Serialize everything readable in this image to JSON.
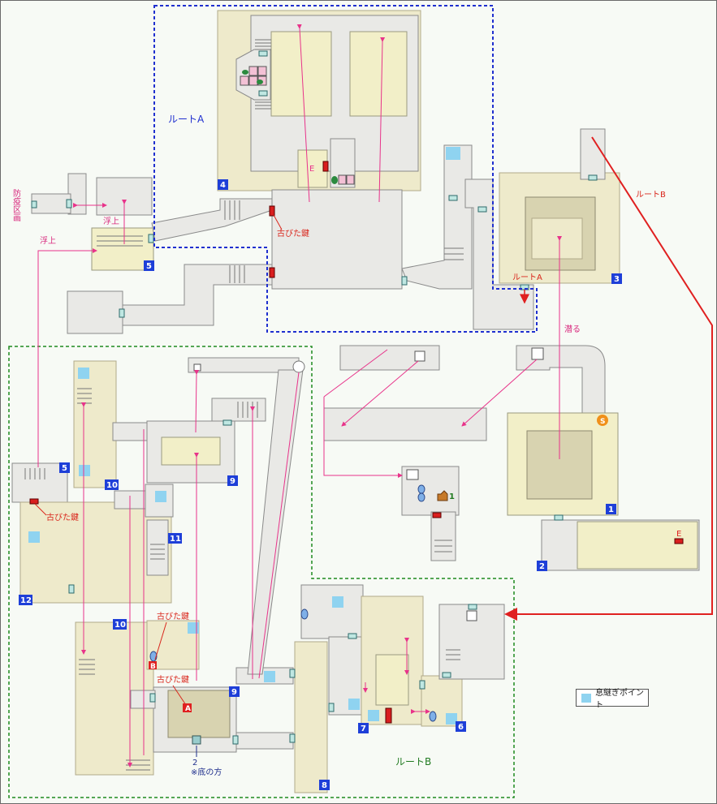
{
  "routes": {
    "route_a_label": "ルートA",
    "route_b_label": "ルートB",
    "route_a_small": "ルートA",
    "route_b_small": "ルートB"
  },
  "labels": {
    "old_key": "古びた鍵",
    "float_up": "浮上",
    "dive": "潜る",
    "quarantine": "防疫区画",
    "bottom_note_num": "2",
    "bottom_note": "※底の方",
    "e_mark": "E",
    "s_mark": "S",
    "a_mark": "A",
    "b_mark": "B",
    "item_one": "1"
  },
  "legend": {
    "save_point": "息継ぎポイント"
  },
  "area_numbers": [
    "1",
    "2",
    "3",
    "4",
    "5",
    "5",
    "6",
    "7",
    "8",
    "9",
    "9",
    "10",
    "10",
    "11",
    "12"
  ],
  "colors": {
    "route_a_border": "#1f2fcf",
    "route_b_border": "#1f8a1f",
    "route_b_arrow": "#e02020",
    "connector": "#e8338a",
    "save_point": "#8fd3f0",
    "locked_door": "#d91e1e",
    "area_marker": "#1e3fd8"
  }
}
